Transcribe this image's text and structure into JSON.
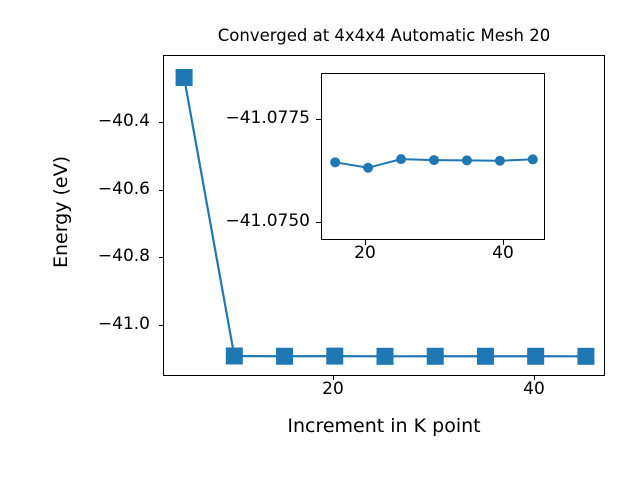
{
  "chart_data": {
    "type": "line",
    "title": "Converged at 4x4x4 Automatic Mesh 20",
    "xlabel": "Increment in K point",
    "ylabel": "Energy (eV)",
    "grid": false,
    "legend": "none",
    "marker": "square",
    "line_color": "#1f77b4",
    "xlim": [
      3.0,
      47.0
    ],
    "ylim": [
      -41.16,
      -40.19
    ],
    "xticks": [
      20,
      40
    ],
    "xtick_labels": [
      "20",
      "40"
    ],
    "yticks": [
      -40.4,
      -40.6,
      -40.8,
      -41.0
    ],
    "ytick_labels": [
      "−40.4",
      "−40.6",
      "−40.8",
      "−41.0"
    ],
    "x": [
      5,
      10,
      15,
      20,
      25,
      30,
      35,
      40,
      45
    ],
    "values": [
      -40.255,
      -41.0965,
      -41.0973,
      -41.0968,
      -41.0975,
      -41.0974,
      -41.0974,
      -41.0974,
      -41.0975
    ],
    "inset": {
      "type": "line",
      "marker": "circle",
      "line_color": "#1f77b4",
      "xlim": [
        13.0,
        47.0
      ],
      "ylim": [
        -41.079,
        -41.0738
      ],
      "xticks": [
        20,
        40
      ],
      "xtick_labels": [
        "20",
        "40"
      ],
      "yticks": [
        -41.0775,
        -41.075
      ],
      "ytick_labels": [
        "−41.0775",
        "−41.0750"
      ],
      "x": [
        15,
        20,
        25,
        30,
        35,
        40,
        45
      ],
      "values": [
        -41.07655,
        -41.07672,
        -41.07645,
        -41.07648,
        -41.07649,
        -41.0765,
        -41.07646
      ]
    }
  }
}
